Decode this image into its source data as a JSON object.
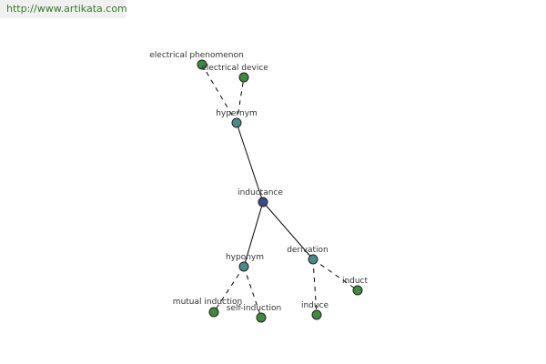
{
  "watermark": {
    "url_text": "http://www.artikata.com"
  },
  "colors": {
    "root": "#3f4a8c",
    "relation": "#4a8a8a",
    "term": "#3f8a3f",
    "link_text": "#3a7a2a"
  },
  "graph": {
    "root": {
      "label": "inductance"
    },
    "relations": [
      {
        "label": "hypernym",
        "terms": [
          "electrical phenomenon",
          "electrical device"
        ]
      },
      {
        "label": "hyponym",
        "terms": [
          "mutual induction",
          "self-induction"
        ]
      },
      {
        "label": "derivation",
        "terms": [
          "induce",
          "induct"
        ]
      }
    ]
  }
}
